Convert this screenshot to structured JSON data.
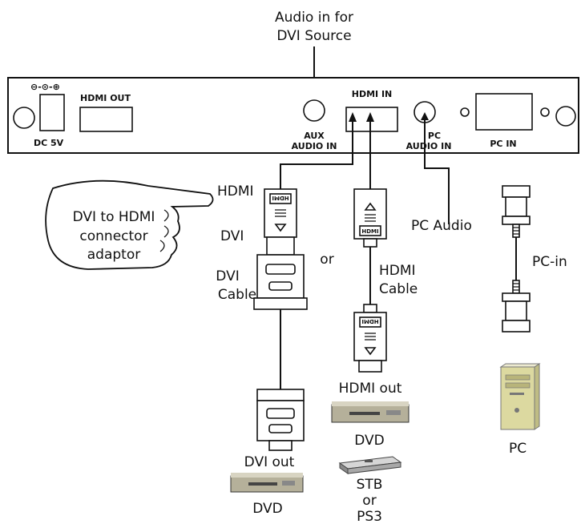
{
  "audio_source": {
    "line1": "Audio in for",
    "line2": "DVI Source"
  },
  "panel": {
    "dc_label": "DC 5V",
    "hdmi_out_label": "HDMI OUT",
    "aux_line1": "AUX",
    "aux_line2": "AUDIO IN",
    "hdmi_in_label": "HDMI IN",
    "pc_audio_line1": "PC",
    "pc_audio_line2": "AUDIO IN",
    "pc_in_label": "PC IN",
    "polarity_symbol": "⊖-⊙-⊕"
  },
  "left_chain": {
    "hdmi_label": "HDMI",
    "plug_text": "HDMI",
    "dvi_label": "DVI",
    "dvi_cable_line1": "DVI",
    "dvi_cable_line2": "Cable",
    "source_label": "DVI out",
    "device_label": "DVD"
  },
  "adaptor_callout": {
    "line1": "DVI to HDMI",
    "line2": "connector",
    "line3": "adaptor"
  },
  "or_label": "or",
  "middle_chain": {
    "plug_text_top": "HDMI",
    "plug_text_bottom": "HDMI",
    "cable_line1": "HDMI",
    "cable_line2": "Cable",
    "source_label": "HDMI out",
    "device1_label": "DVD",
    "device2_line1": "STB",
    "device2_line2": "or",
    "device2_line3": "PS3"
  },
  "right_chain": {
    "pc_audio_label": "PC Audio",
    "pc_in_label": "PC-in",
    "device_label": "PC"
  }
}
